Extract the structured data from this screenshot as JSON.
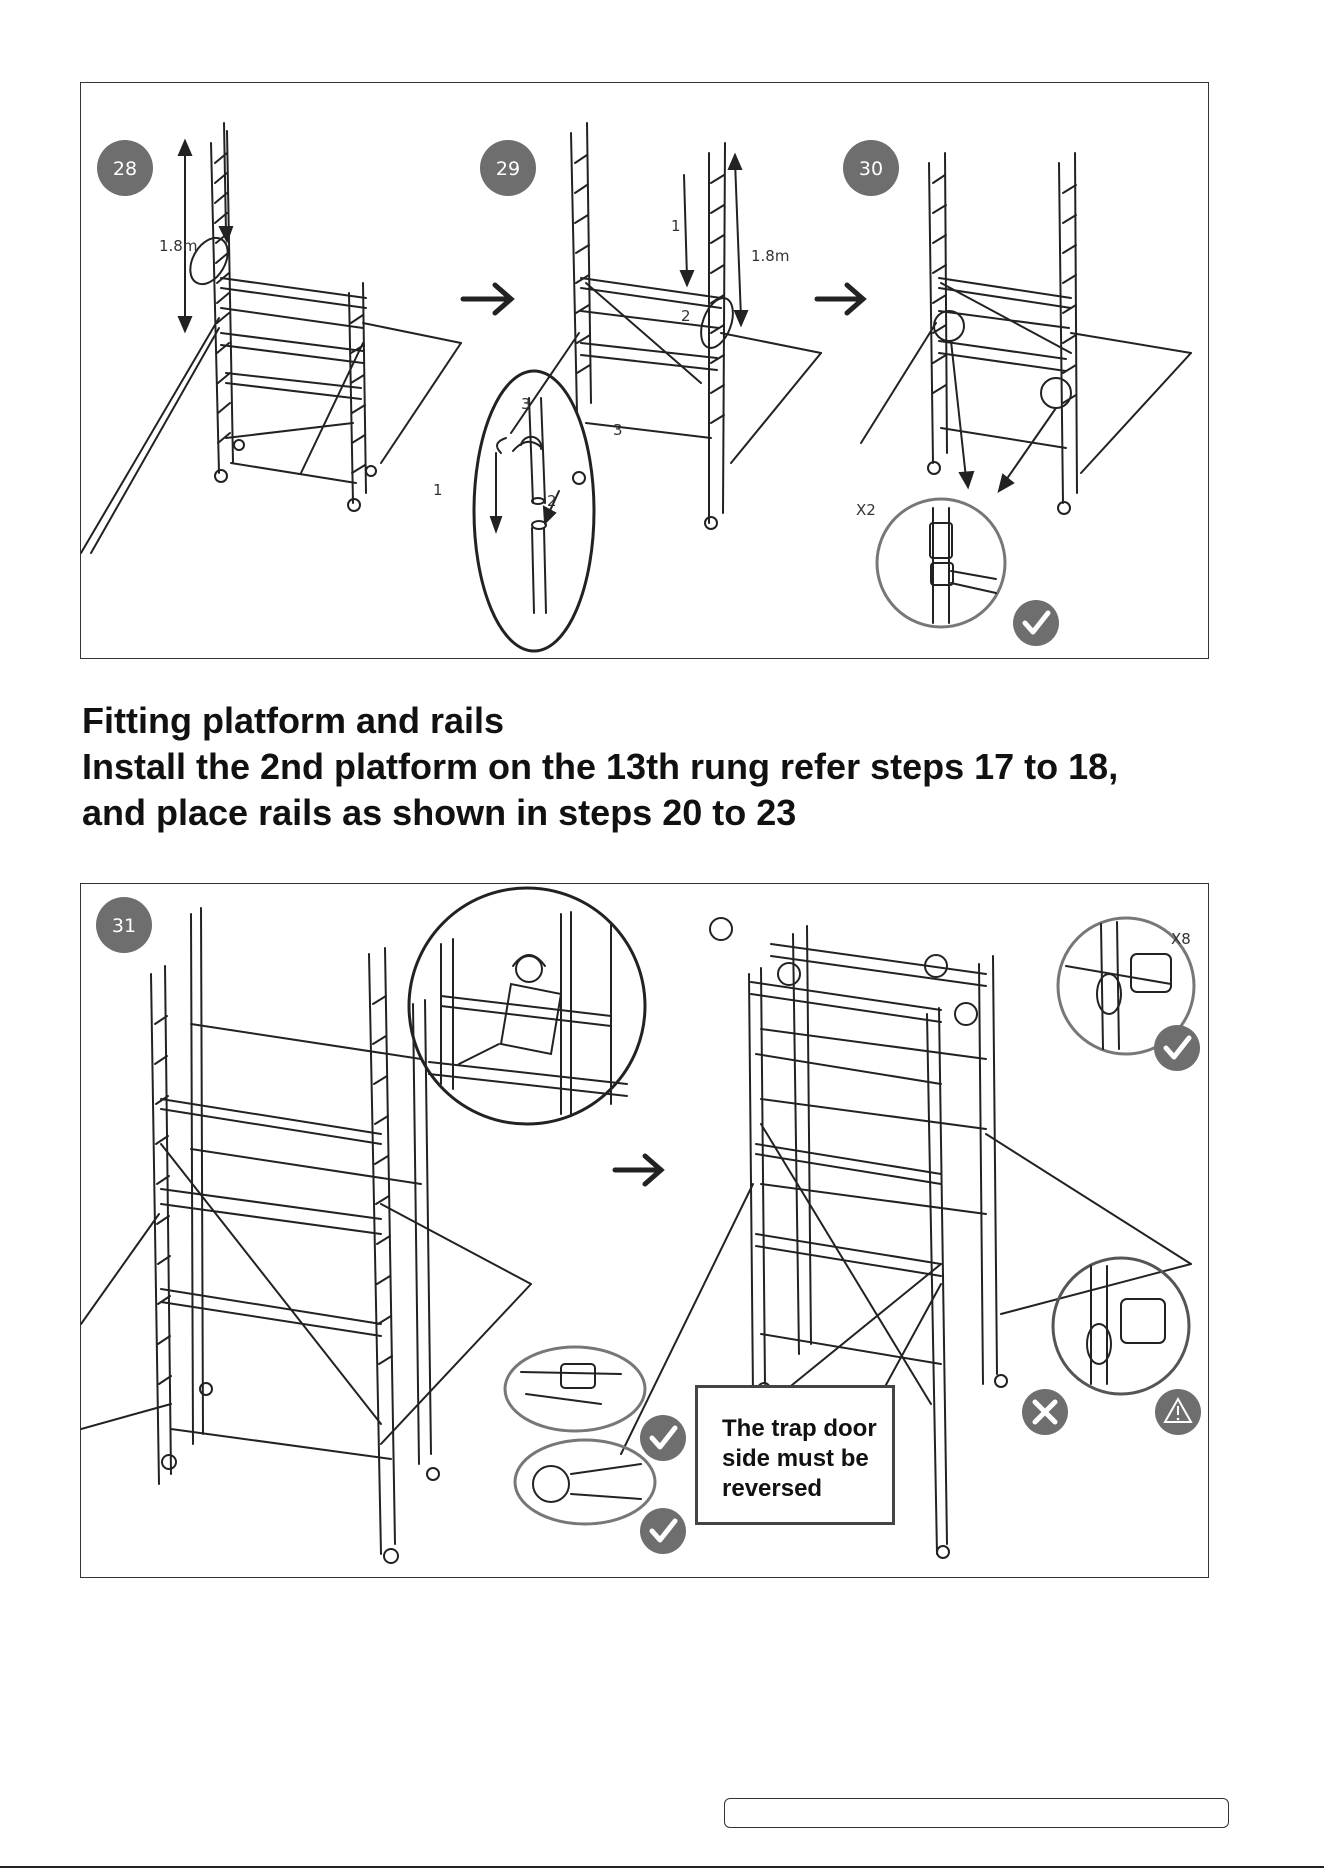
{
  "steps": {
    "s28": "28",
    "s29": "29",
    "s30": "30",
    "s31": "31"
  },
  "labels": {
    "height_28": "1.8m",
    "height_29": "1.8m",
    "num_1": "1",
    "num_2": "2",
    "num_3": "3",
    "qty_x2": "X2",
    "qty_x8": "X8"
  },
  "heading": {
    "line1": "Fitting platform and rails",
    "line2": "Install the 2nd platform on the 13th rung refer steps 17 to 18,",
    "line3": "and place rails as shown in steps 20 to 23"
  },
  "note": {
    "line1": "The trap door",
    "line2": "side must be",
    "line3": "reversed"
  },
  "icons": [
    "check-icon",
    "cross-icon",
    "warning-icon",
    "arrow-right-icon"
  ],
  "colors": {
    "badge": "#6e6e6e",
    "badge_text": "#ffffff",
    "line": "#222222"
  }
}
